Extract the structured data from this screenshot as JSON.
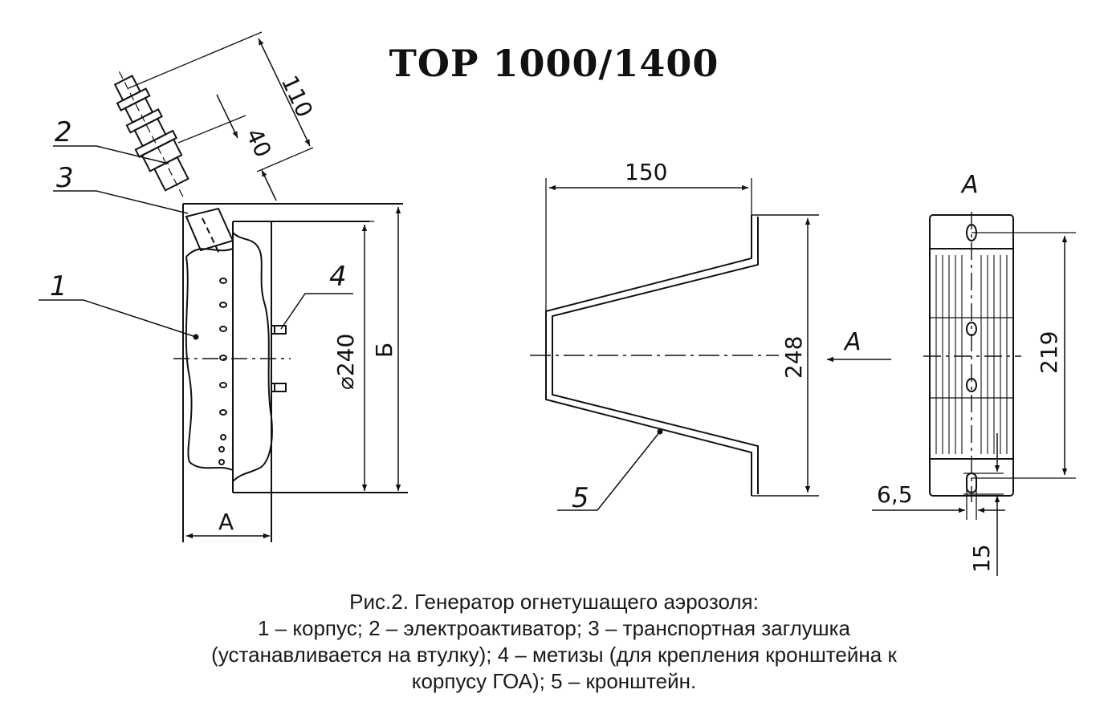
{
  "title": "TOP 1000/1400",
  "labels": {
    "callout_1": "1",
    "callout_2": "2",
    "callout_3": "3",
    "callout_4": "4",
    "callout_5": "5",
    "dim_110": "110",
    "dim_40": "40",
    "dim_diam240": "⌀240",
    "dim_B": "Б",
    "dim_A_width": "A",
    "dim_150": "150",
    "dim_248": "248",
    "view_arrow_A": "A",
    "view_title_A": "A",
    "dim_219": "219",
    "dim_6_5": "6,5",
    "dim_15": "15"
  },
  "caption": {
    "line1": "Рис.2. Генератор огнетушащего аэрозоля:",
    "line2": "1 – корпус;  2 – электроактиватор; 3 – транспортная заглушка",
    "line3": "(устанавливается на втулку); 4 – метизы (для крепления кронштейна к",
    "line4": "корпусу ГОА); 5 – кронштейн."
  }
}
